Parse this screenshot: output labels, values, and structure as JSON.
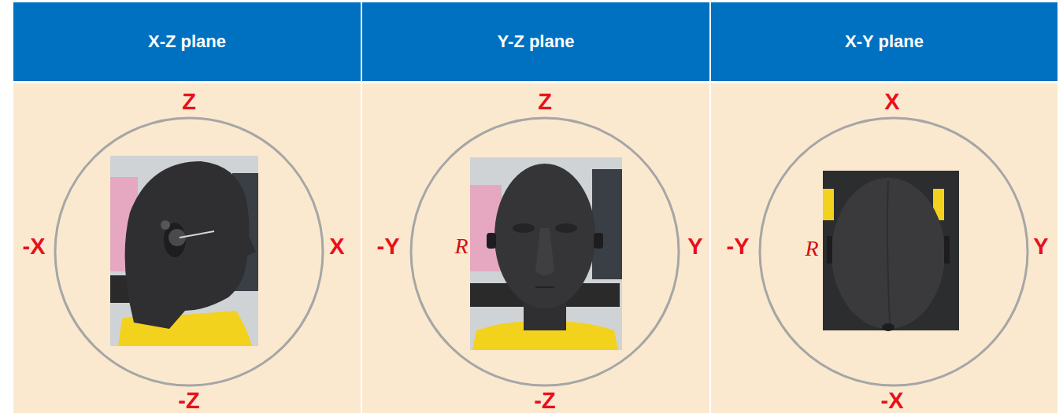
{
  "diagram": {
    "nodes": [
      {
        "text": [
          "X-Z plane"
        ]
      },
      {
        "text": [
          "Y-Z plane"
        ]
      },
      {
        "text": [
          "X-Y plane"
        ]
      }
    ],
    "labels": [
      "Z",
      "-X",
      "X",
      "-Z",
      "Z",
      "-Y",
      "R",
      "Y",
      "-Z",
      "X",
      "-Y",
      "R",
      "Y",
      "-X"
    ]
  }
}
